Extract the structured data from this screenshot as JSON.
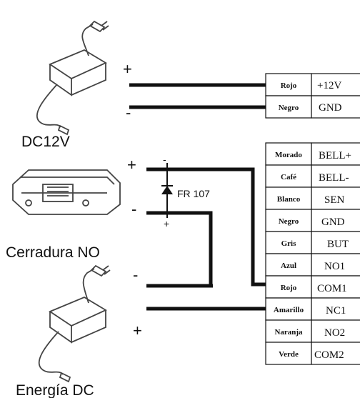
{
  "devices": {
    "adapter_top": "DC12V",
    "lock": "Cerradura NO",
    "adapter_bottom": "Energía DC"
  },
  "diode": {
    "label": "FR 107"
  },
  "polarity": {
    "adapter_plus": "+",
    "adapter_minus": "-",
    "lock_plus": "+",
    "lock_minus": "-",
    "power_minus": "-",
    "power_plus": "+",
    "diode_minus": "-",
    "diode_plus": "+"
  },
  "terminals_power": [
    {
      "color": "Rojo",
      "terminal": "+12V"
    },
    {
      "color": "Negro",
      "terminal": "GND"
    }
  ],
  "terminals_io": [
    {
      "color": "Morado",
      "terminal": "BELL+"
    },
    {
      "color": "Café",
      "terminal": "BELL-"
    },
    {
      "color": "Blanco",
      "terminal": "SEN"
    },
    {
      "color": "Negro",
      "terminal": "GND"
    },
    {
      "color": "Gris",
      "terminal": "BUT"
    },
    {
      "color": "Azul",
      "terminal": "NO1"
    },
    {
      "color": "Rojo",
      "terminal": "COM1"
    },
    {
      "color": "Amarillo",
      "terminal": "NC1"
    },
    {
      "color": "Naranja",
      "terminal": "NO2"
    },
    {
      "color": "Verde",
      "terminal": "COM2"
    }
  ]
}
